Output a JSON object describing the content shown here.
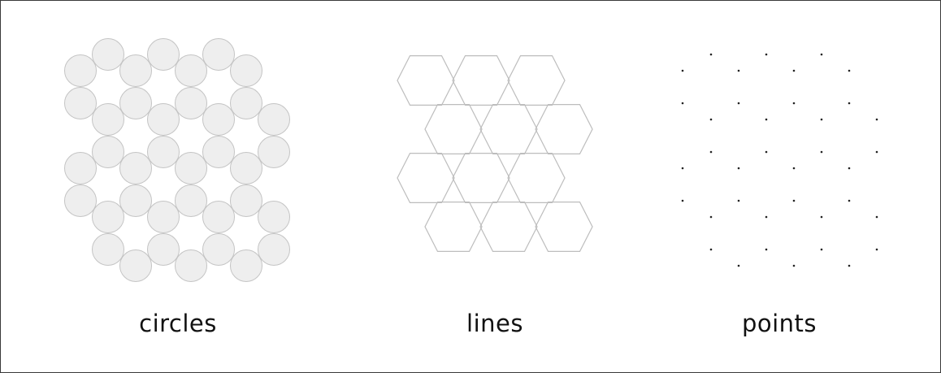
{
  "panels": [
    {
      "label": "circles",
      "style": "circles",
      "fill": "#eeeeee",
      "stroke": "#c4c4c4"
    },
    {
      "label": "lines",
      "style": "lines",
      "stroke": "#bdbdbd",
      "inner_stroke": "#8f8f8f"
    },
    {
      "label": "points",
      "style": "points",
      "fill": "#222222"
    }
  ]
}
